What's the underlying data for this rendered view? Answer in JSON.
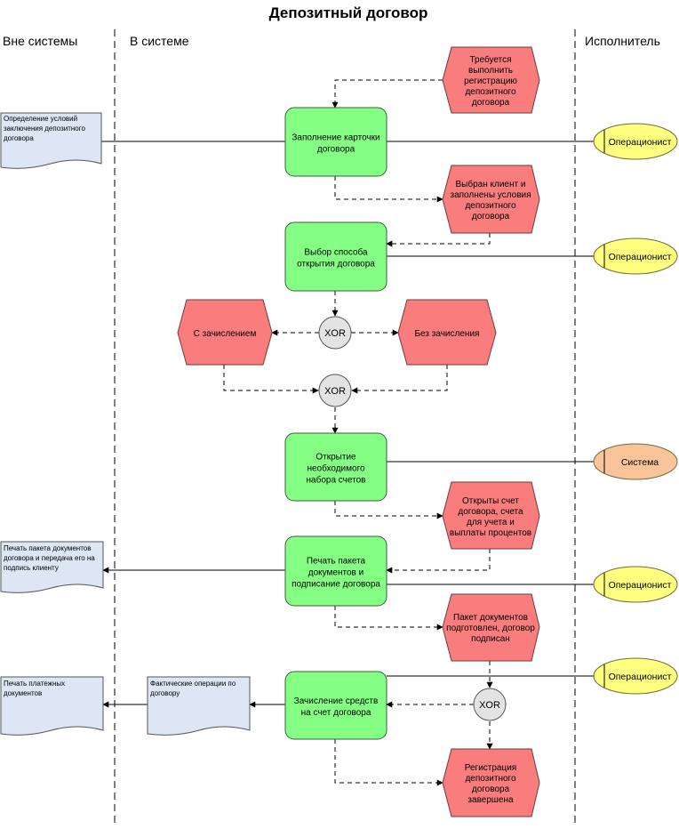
{
  "title": "Депозитный договор",
  "lanes": {
    "outside": "Вне системы",
    "inside": "В системе",
    "executor": "Исполнитель"
  },
  "functions": {
    "fill_card": "Заполнение карточки договора",
    "choose_method": "Выбор способа открытия договора",
    "open_accounts": "Открытие необходимого набора счетов",
    "print_package": "Печать пакета документов и подписание договора",
    "credit_funds": "Зачисление средств на счет договора"
  },
  "events": {
    "need_register": "Требуется выполнить регистрацию депозитного договора",
    "client_selected": "Выбран клиент и заполнены условия депозитного договора",
    "with_crediting": "С зачислением",
    "without_crediting": "Без зачисления",
    "accounts_opened": "Открыты счет договора, счета для учета и выплаты процентов",
    "package_prepared": "Пакет документов подготовлен, договор подписан",
    "registration_done": "Регистрация депозитного договора завершена"
  },
  "documents": {
    "conditions": "Определение условий заключения депозитного договора",
    "print_and_hand": "Печать пакета документов договора и передача его на подпись клиенту",
    "payment_docs": "Печать платежных документов",
    "actual_ops": "Фактические операции по договору"
  },
  "roles": {
    "r1": "Операционист",
    "r2": "Операционист",
    "r3": "Система",
    "r4": "Операционист",
    "r5": "Операционист"
  },
  "xor_label": "XOR",
  "colors": {
    "function": "#84FF84",
    "event": "#F97D7D",
    "document": "#DDE6F4",
    "role_operator": "#FFFF80",
    "role_system": "#F9C49A",
    "xor": "#E3E3E3"
  }
}
